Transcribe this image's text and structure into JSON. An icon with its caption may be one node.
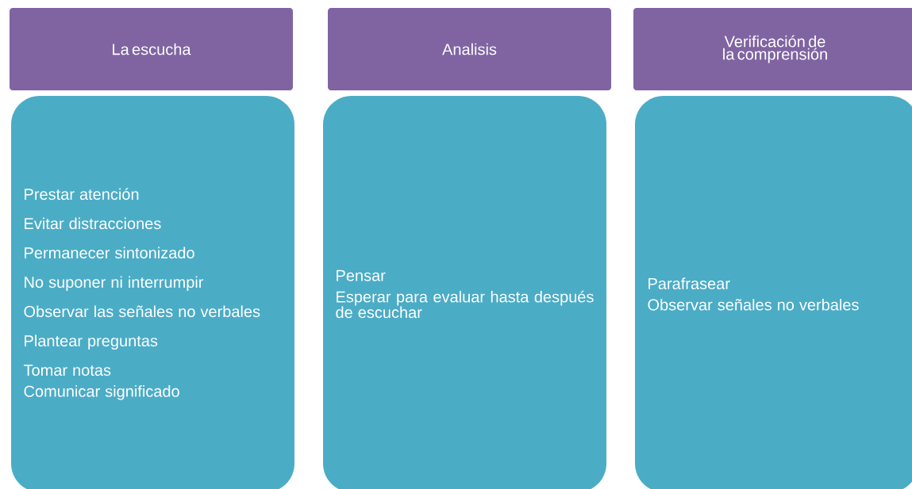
{
  "diagram": {
    "nodes": [
      {
        "text": [
          "La escucha"
        ]
      },
      {
        "text": [
          "Analisis"
        ]
      },
      {
        "text": [
          "Verificación de la comprensión"
        ]
      },
      {
        "text": [
          "Prestar atención",
          "Evitar distracciones",
          "Permanecer sintonizado",
          "No suponer ni interrumpir",
          "Observar las señales no verbales",
          "Plantear preguntas",
          "Tomar notas",
          "Comunicar significado"
        ]
      },
      {
        "text": [
          "Pensar",
          "Esperar para evaluar hasta después de escuchar"
        ]
      },
      {
        "text": [
          "Parafrasear",
          "Observar señales no verbales"
        ]
      }
    ]
  }
}
